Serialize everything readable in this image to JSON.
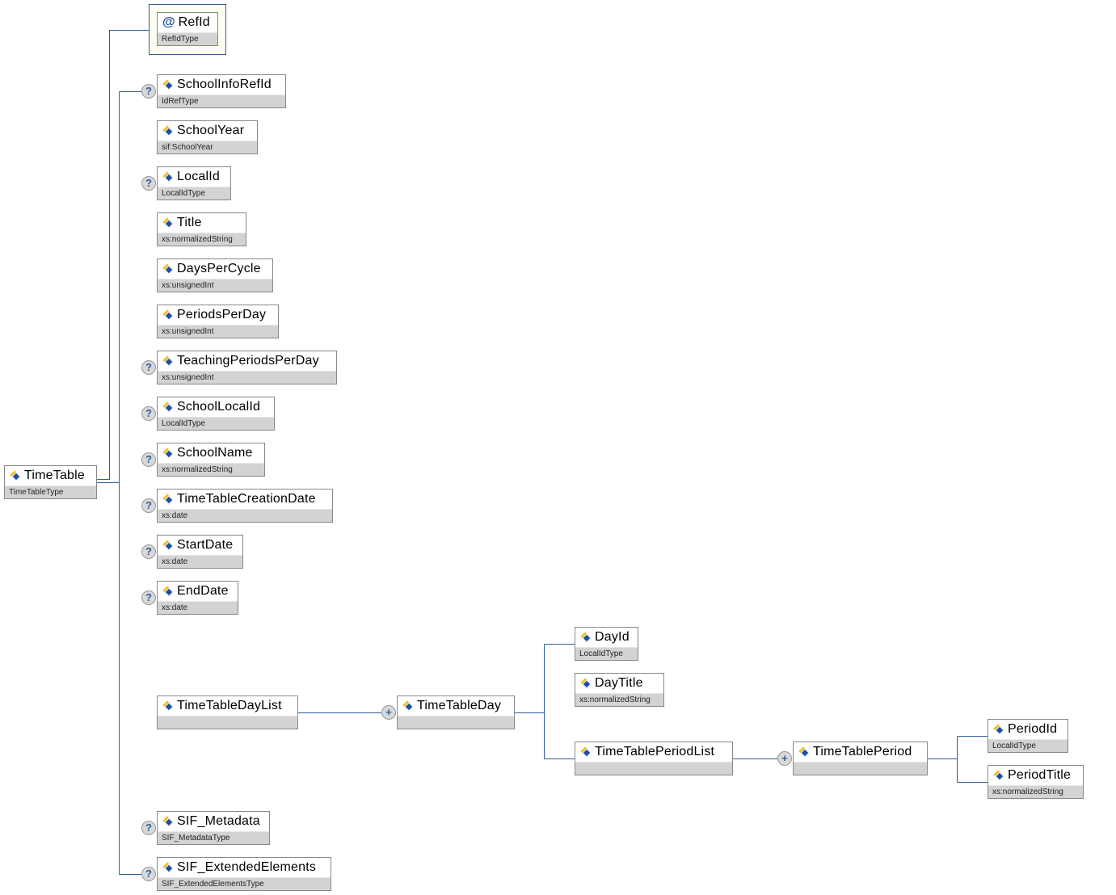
{
  "root": {
    "name": "TimeTable",
    "type": "TimeTableType"
  },
  "attribute": {
    "name": "RefId",
    "type": "RefIdType"
  },
  "children": [
    {
      "name": "SchoolInfoRefId",
      "type": "IdRefType",
      "optional": true
    },
    {
      "name": "SchoolYear",
      "type": "sif:SchoolYear",
      "optional": false
    },
    {
      "name": "LocalId",
      "type": "LocalIdType",
      "optional": true
    },
    {
      "name": "Title",
      "type": "xs:normalizedString",
      "optional": false
    },
    {
      "name": "DaysPerCycle",
      "type": "xs:unsignedInt",
      "optional": false
    },
    {
      "name": "PeriodsPerDay",
      "type": "xs:unsignedInt",
      "optional": false
    },
    {
      "name": "TeachingPeriodsPerDay",
      "type": "xs:unsignedInt",
      "optional": true
    },
    {
      "name": "SchoolLocalId",
      "type": "LocalIdType",
      "optional": true
    },
    {
      "name": "SchoolName",
      "type": "xs:normalizedString",
      "optional": true
    },
    {
      "name": "TimeTableCreationDate",
      "type": "xs:date",
      "optional": true
    },
    {
      "name": "StartDate",
      "type": "xs:date",
      "optional": true
    },
    {
      "name": "EndDate",
      "type": "xs:date",
      "optional": true
    },
    {
      "name": "TimeTableDayList",
      "type": "",
      "optional": false
    },
    {
      "name": "SIF_Metadata",
      "type": "SIF_MetadataType",
      "optional": true
    },
    {
      "name": "SIF_ExtendedElements",
      "type": "SIF_ExtendedElementsType",
      "optional": true
    }
  ],
  "day": {
    "name": "TimeTableDay",
    "type": ""
  },
  "day_children": [
    {
      "name": "DayId",
      "type": "LocalIdType"
    },
    {
      "name": "DayTitle",
      "type": "xs:normalizedString"
    },
    {
      "name": "TimeTablePeriodList",
      "type": ""
    }
  ],
  "period": {
    "name": "TimeTablePeriod",
    "type": ""
  },
  "period_children": [
    {
      "name": "PeriodId",
      "type": "LocalIdType"
    },
    {
      "name": "PeriodTitle",
      "type": "xs:normalizedString"
    }
  ],
  "symbols": {
    "optional": "?",
    "expand": "+",
    "attribute": "@"
  }
}
